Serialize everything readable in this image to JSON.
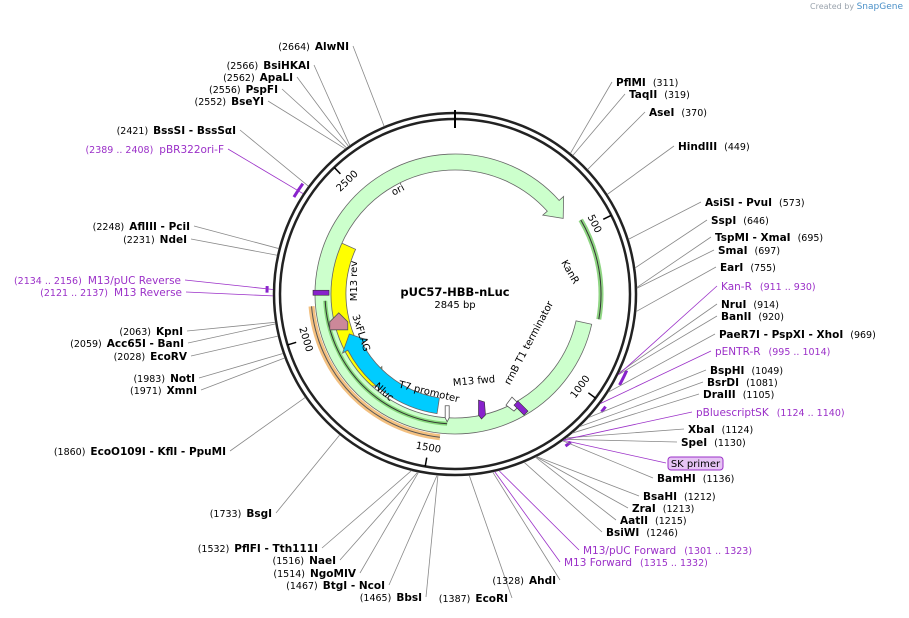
{
  "credit": {
    "prefix": "Created by",
    "brand": "SnapGene"
  },
  "plasmid": {
    "name": "pUC57-HBB-nLuc",
    "length": "2845 bp"
  },
  "ticks": [
    {
      "bp": 500,
      "label": "500"
    },
    {
      "bp": 1000,
      "label": "1000"
    },
    {
      "bp": 1500,
      "label": "1500"
    },
    {
      "bp": 2000,
      "label": "2000"
    },
    {
      "bp": 2500,
      "label": "2500"
    }
  ],
  "features": [
    {
      "name": "ori",
      "start": 2325,
      "end": 1725,
      "color": "#ffff00"
    },
    {
      "name": "KanR",
      "start": 810,
      "end": 435,
      "color": "#ccffcc"
    },
    {
      "name": "Nluc",
      "start": 1490,
      "end": 1970,
      "color": "#00ccff"
    },
    {
      "name": "3xFLAG",
      "start": 2000,
      "end": 2045,
      "color": "#cc8899"
    },
    {
      "name": "M13 rev",
      "start": 2125,
      "end": 2150,
      "color": "#8822cc"
    },
    {
      "name": "T7 promoter",
      "start": 1440,
      "end": 1458,
      "color": "#ffffff"
    },
    {
      "name": "M13 fwd",
      "start": 1310,
      "end": 1330,
      "color": "#8822cc"
    },
    {
      "name": "rrnB T1 terminator",
      "start": 1180,
      "end": 1215,
      "color": "#ffffff"
    }
  ],
  "arcs": [
    {
      "name": "Kan-R",
      "start": 911,
      "end": 930,
      "color": "#8822cc"
    },
    {
      "name": "pBR322ori-F",
      "start": 2389,
      "end": 2408,
      "color": "#8822cc"
    }
  ],
  "sites": [
    {
      "name": "AlwNI",
      "pos": "(2664)"
    },
    {
      "name": "BsiHKAI",
      "pos": "(2566)"
    },
    {
      "name": "ApaLI",
      "pos": "(2562)"
    },
    {
      "name": "PspFI",
      "pos": "(2556)"
    },
    {
      "name": "BseYI",
      "pos": "(2552)"
    },
    {
      "name": "BssSI",
      "extra": "BssSαI",
      "pos": "(2421)"
    },
    {
      "name": "AflIII",
      "extra": "PciI",
      "pos": "(2248)"
    },
    {
      "name": "NdeI",
      "pos": "(2231)"
    },
    {
      "name": "KpnI",
      "pos": "(2063)"
    },
    {
      "name": "Acc65I",
      "extra": "BanI",
      "pos": "(2059)"
    },
    {
      "name": "EcoRV",
      "pos": "(2028)"
    },
    {
      "name": "NotI",
      "pos": "(1983)"
    },
    {
      "name": "XmnI",
      "pos": "(1971)"
    },
    {
      "name": "EcoO109I",
      "extra": "KflI",
      "extra2": "PpuMI",
      "pos": "(1860)"
    },
    {
      "name": "BsgI",
      "pos": "(1733)"
    },
    {
      "name": "PflFI",
      "extra": "Tth111I",
      "pos": "(1532)"
    },
    {
      "name": "NaeI",
      "pos": "(1516)"
    },
    {
      "name": "NgoMIV",
      "pos": "(1514)"
    },
    {
      "name": "BtgI",
      "extra": "NcoI",
      "pos": "(1467)"
    },
    {
      "name": "BbsI",
      "pos": "(1465)"
    },
    {
      "name": "EcoRI",
      "pos": "(1387)"
    },
    {
      "name": "AhdI",
      "pos": "(1328)"
    },
    {
      "name": "PflMI",
      "pos": "(311)"
    },
    {
      "name": "TaqII",
      "pos": "(319)"
    },
    {
      "name": "AseI",
      "pos": "(370)"
    },
    {
      "name": "HindIII",
      "pos": "(449)"
    },
    {
      "name": "AsiSI",
      "extra": "PvuI",
      "pos": "(573)"
    },
    {
      "name": "SspI",
      "pos": "(646)"
    },
    {
      "name": "TspMI",
      "extra": "XmaI",
      "pos": "(695)"
    },
    {
      "name": "SmaI",
      "pos": "(697)"
    },
    {
      "name": "EarI",
      "pos": "(755)"
    },
    {
      "name": "NruI",
      "pos": "(914)"
    },
    {
      "name": "BanII",
      "pos": "(920)"
    },
    {
      "name": "PaeR7I",
      "extra": "PspXI",
      "extra2": "XhoI",
      "pos": "(969)"
    },
    {
      "name": "BspHI",
      "pos": "(1049)"
    },
    {
      "name": "BsrDI",
      "pos": "(1081)"
    },
    {
      "name": "DraIII",
      "pos": "(1105)"
    },
    {
      "name": "XbaI",
      "pos": "(1124)"
    },
    {
      "name": "SpeI",
      "pos": "(1130)"
    },
    {
      "name": "BamHI",
      "pos": "(1136)"
    },
    {
      "name": "BsaHI",
      "pos": "(1212)"
    },
    {
      "name": "ZraI",
      "pos": "(1213)"
    },
    {
      "name": "AatII",
      "pos": "(1215)"
    },
    {
      "name": "BsiWI",
      "pos": "(1246)"
    }
  ],
  "primers": [
    {
      "name": "pBR322ori-F",
      "pos": "(2389 .. 2408)"
    },
    {
      "name": "M13/pUC Reverse",
      "pos": "(2134 .. 2156)"
    },
    {
      "name": "M13 Reverse",
      "pos": "(2121 .. 2137)"
    },
    {
      "name": "Kan-R",
      "pos": "(911 .. 930)"
    },
    {
      "name": "pENTR-R",
      "pos": "(995 .. 1014)"
    },
    {
      "name": "pBluescriptSK",
      "pos": "(1124 .. 1140)"
    },
    {
      "name": "M13/pUC Forward",
      "pos": "(1301 .. 1323)"
    },
    {
      "name": "M13 Forward",
      "pos": "(1315 .. 1332)"
    }
  ],
  "sk_primer": {
    "label": "SK primer"
  },
  "colors": {
    "primer": "#9b30c8",
    "ring": "#222222",
    "leader": "#888888"
  }
}
